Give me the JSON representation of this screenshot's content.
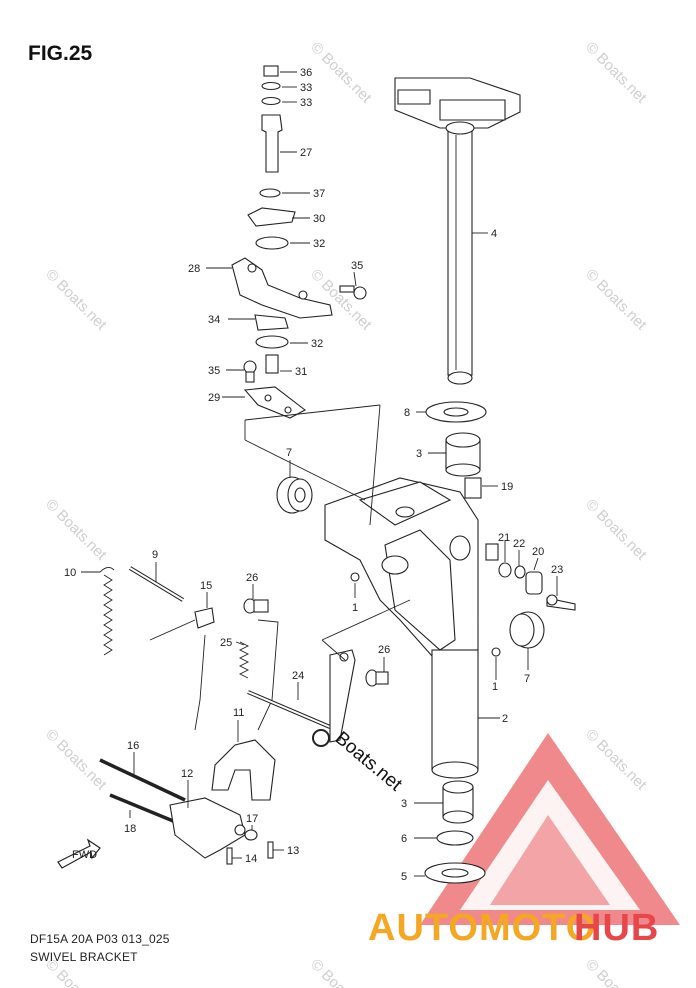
{
  "figure": {
    "title": "FIG.25",
    "caption_line1": "DF15A 20A P03 013_025",
    "caption_line2": "SWIVEL BRACKET"
  },
  "watermark": {
    "text": "© Boats.net",
    "center_text": "Boats.net",
    "brand_part1": "AUTOMOTO",
    "brand_part2": "HUB",
    "brand_color1": "#f5a623",
    "brand_color2": "#e8474a",
    "logo_color": "#e8474a"
  },
  "fwd_label": "FWD",
  "callouts": {
    "c36": "36",
    "c33a": "33",
    "c33b": "33",
    "c27": "27",
    "c37": "37",
    "c30": "30",
    "c32a": "32",
    "c28": "28",
    "c35a": "35",
    "c34": "34",
    "c32b": "32",
    "c35b": "35",
    "c31": "31",
    "c29": "29",
    "c4": "4",
    "c8": "8",
    "c3a": "3",
    "c19": "19",
    "c7a": "7",
    "c9": "9",
    "c10": "10",
    "c15": "15",
    "c26a": "26",
    "c1a": "1",
    "c21": "21",
    "c22": "22",
    "c20": "20",
    "c23": "23",
    "c25": "25",
    "c26b": "26",
    "c24": "24",
    "c1b": "1",
    "c7b": "7",
    "c11": "11",
    "c2": "2",
    "c16": "16",
    "c12": "12",
    "c18": "18",
    "c17": "17",
    "c14": "14",
    "c13": "13",
    "c3b": "3",
    "c6": "6",
    "c5": "5"
  }
}
